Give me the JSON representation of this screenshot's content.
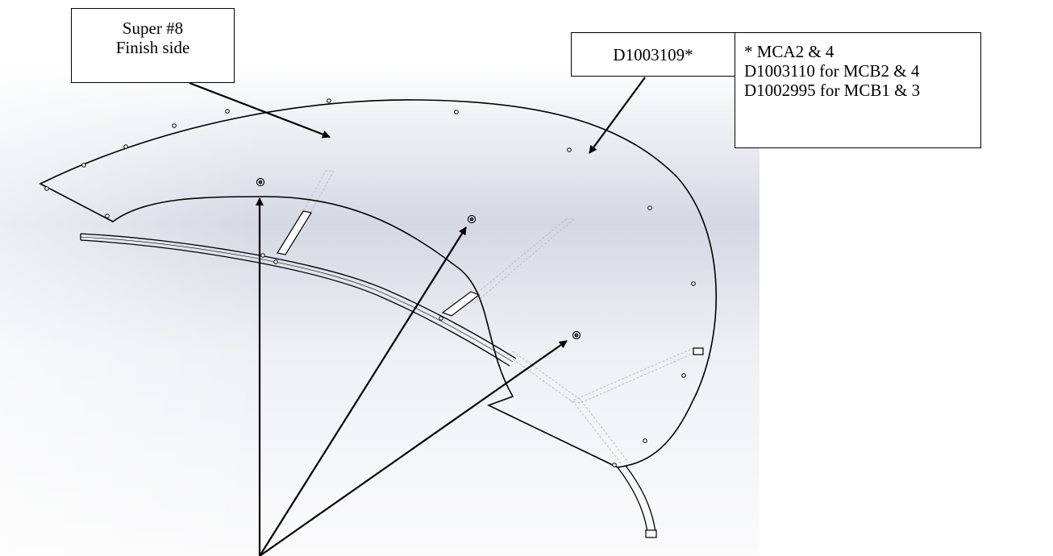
{
  "callouts": {
    "finish": {
      "line1": "Super #8",
      "line2": "Finish side"
    },
    "part_number": "D1003109*",
    "notes": {
      "line1": "* MCA2 & 4",
      "line2": "D1003110 for MCB2 & 4",
      "line3": "D1002995 for MCB1 & 3"
    }
  },
  "colors": {
    "background_top": "#ffffff",
    "background_mid": "#d4d9e4",
    "background_bottom": "#f7f8fa",
    "linework": "#000000",
    "hidden_lines": "#b8bcc4"
  }
}
